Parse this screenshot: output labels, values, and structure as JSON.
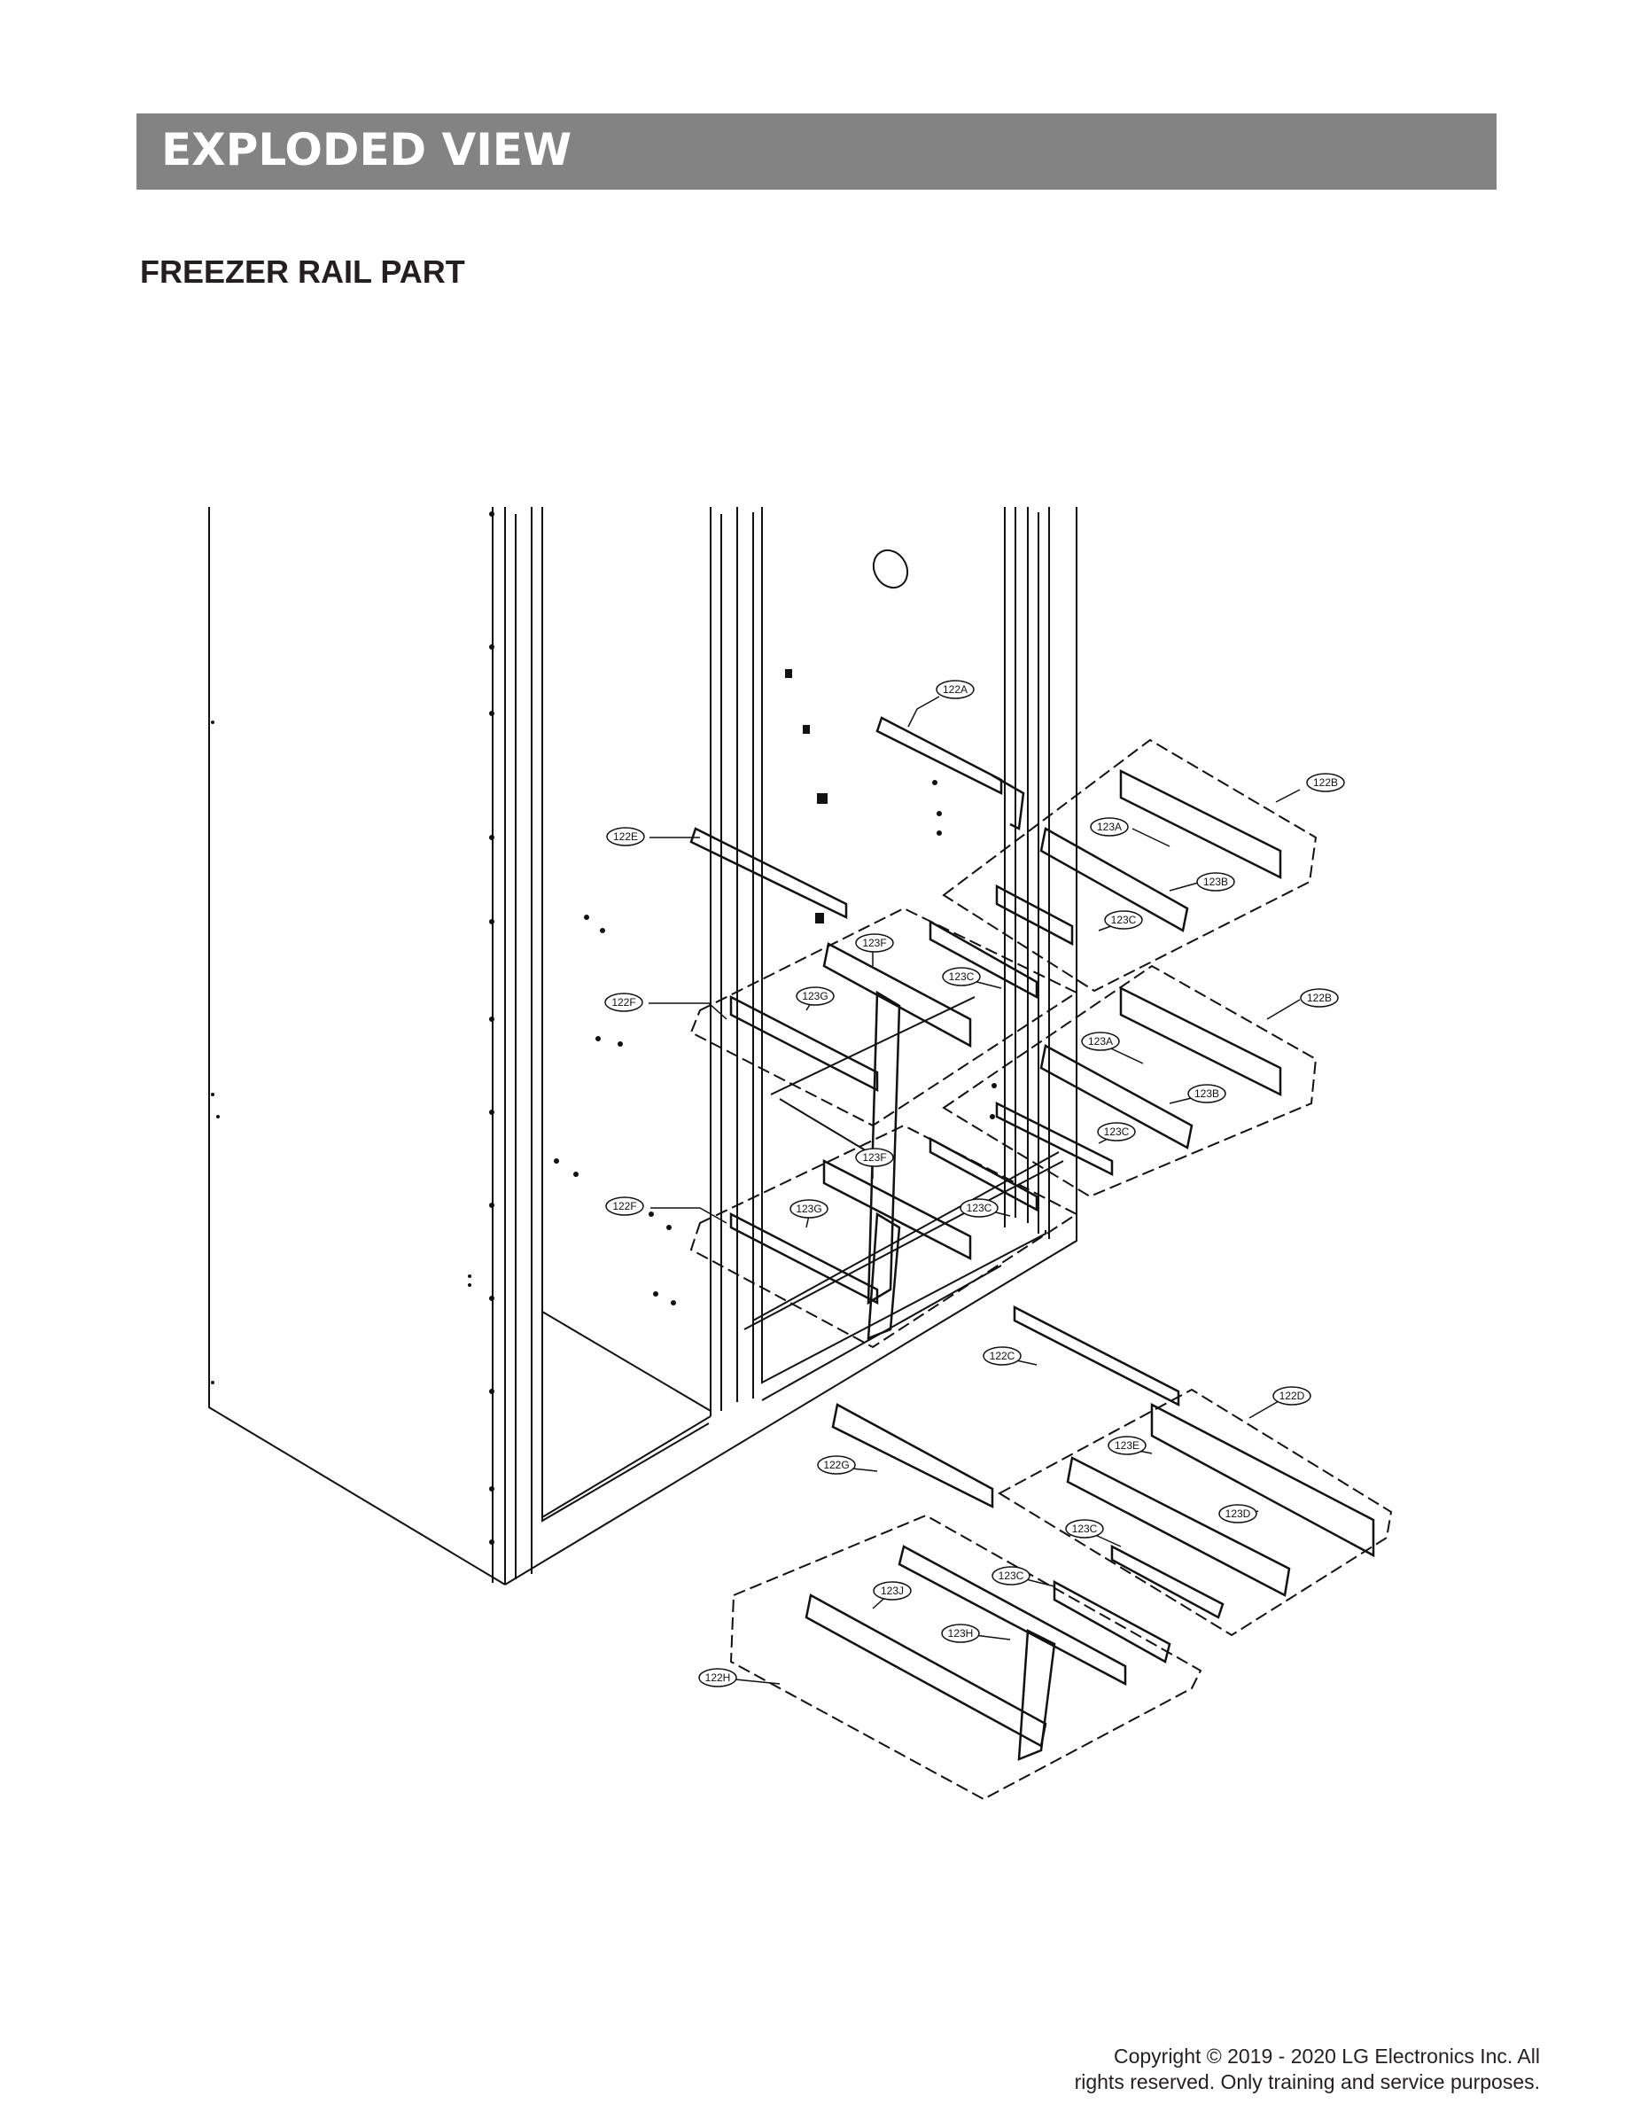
{
  "header": {
    "title": "EXPLODED VIEW"
  },
  "section": {
    "title": "FREEZER RAIL PART"
  },
  "callouts": [
    {
      "id": "c-122A",
      "label": "122A"
    },
    {
      "id": "c-122B-1",
      "label": "122B"
    },
    {
      "id": "c-123A-1",
      "label": "123A"
    },
    {
      "id": "c-123B-1",
      "label": "123B"
    },
    {
      "id": "c-123C-1",
      "label": "123C"
    },
    {
      "id": "c-122E",
      "label": "122E"
    },
    {
      "id": "c-123F-1",
      "label": "123F"
    },
    {
      "id": "c-123C-2",
      "label": "123C"
    },
    {
      "id": "c-123G-1",
      "label": "123G"
    },
    {
      "id": "c-122F-1",
      "label": "122F"
    },
    {
      "id": "c-122B-2",
      "label": "122B"
    },
    {
      "id": "c-123A-2",
      "label": "123A"
    },
    {
      "id": "c-123B-2",
      "label": "123B"
    },
    {
      "id": "c-123C-3",
      "label": "123C"
    },
    {
      "id": "c-123F-2",
      "label": "123F"
    },
    {
      "id": "c-122F-2",
      "label": "122F"
    },
    {
      "id": "c-123G-2",
      "label": "123G"
    },
    {
      "id": "c-123C-4",
      "label": "123C"
    },
    {
      "id": "c-122C",
      "label": "122C"
    },
    {
      "id": "c-122D",
      "label": "122D"
    },
    {
      "id": "c-123E",
      "label": "123E"
    },
    {
      "id": "c-122G",
      "label": "122G"
    },
    {
      "id": "c-123D",
      "label": "123D"
    },
    {
      "id": "c-123C-5",
      "label": "123C"
    },
    {
      "id": "c-123C-6",
      "label": "123C"
    },
    {
      "id": "c-123J",
      "label": "123J"
    },
    {
      "id": "c-123H",
      "label": "123H"
    },
    {
      "id": "c-122H",
      "label": "122H"
    }
  ],
  "footer": {
    "copyright_line1": "Copyright © 2019 - 2020 LG Electronics Inc. All",
    "copyright_line2": "rights reserved. Only training and service purposes."
  }
}
